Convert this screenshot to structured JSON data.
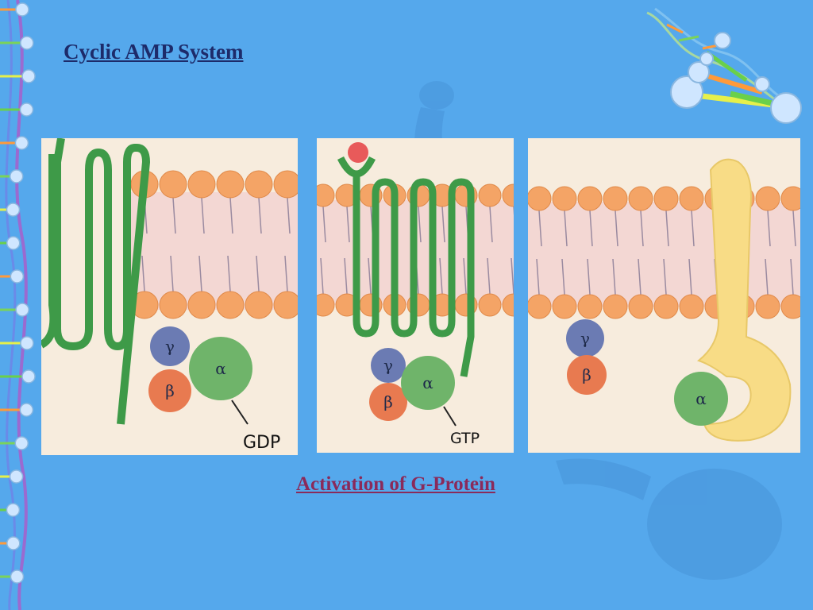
{
  "slide": {
    "title": "Cyclic AMP System",
    "caption": "Activation of G-Protein"
  },
  "colors": {
    "background": "#55a8ec",
    "title": "#1d2b6a",
    "caption": "#8a2a5a",
    "panel_bg": "#f7ecdd",
    "receptor": "#3e9a48",
    "lipid_head": "#f4a466",
    "alpha": "#6fb46a",
    "beta": "#e87a50",
    "gamma": "#6b7bb3",
    "adenylyl_cyclase": "#f8dc86",
    "ligand": "#e85a5a"
  },
  "panels": [
    {
      "subunits": {
        "gamma": "γ",
        "beta": "β",
        "alpha": "α"
      },
      "nucleotide": "GDP"
    },
    {
      "subunits": {
        "gamma": "γ",
        "beta": "β",
        "alpha": "α"
      },
      "nucleotide": "GTP"
    },
    {
      "subunits": {
        "gamma": "γ",
        "beta": "β",
        "alpha": "α"
      }
    }
  ],
  "icons": [
    "dna-strand-icon",
    "dna-helix-corner-icon"
  ]
}
